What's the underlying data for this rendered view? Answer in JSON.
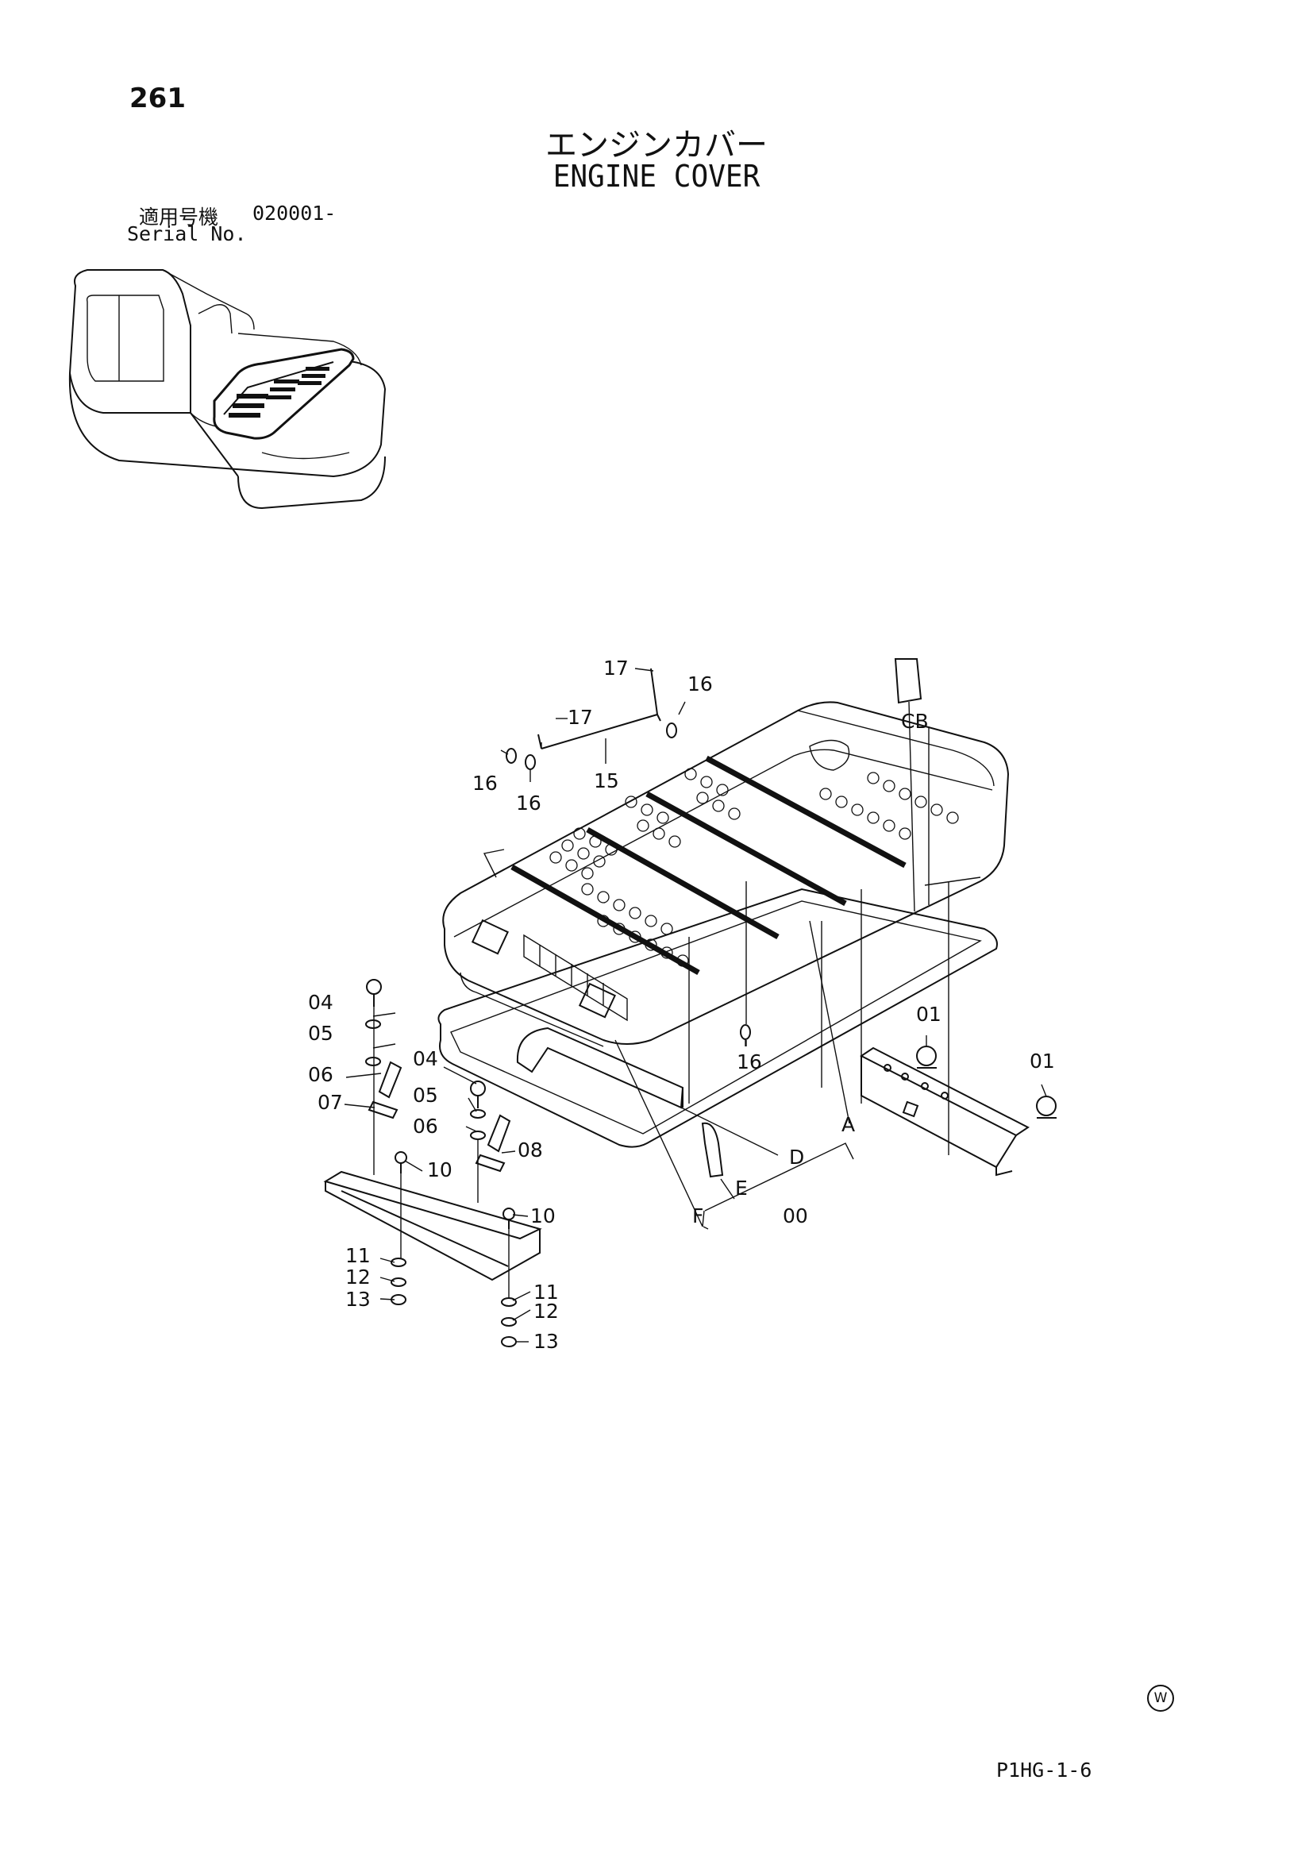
{
  "header": {
    "page_number": "261",
    "title_jp": "エンジンカバー",
    "title_en": "ENGINE COVER"
  },
  "serial": {
    "label_jp": "適用号機",
    "range": "020001-",
    "label_en": "Serial No."
  },
  "callouts": [
    "17",
    "17",
    "16",
    "16",
    "16",
    "15",
    "CB",
    "16",
    "04",
    "05",
    "06",
    "07",
    "04",
    "05",
    "06",
    "08",
    "10",
    "10",
    "11",
    "12",
    "13",
    "11",
    "12",
    "13",
    "01",
    "01",
    "A",
    "D",
    "E",
    "F",
    "00"
  ],
  "footer": {
    "mark": "W",
    "page_code": "P1HG-1-6"
  }
}
